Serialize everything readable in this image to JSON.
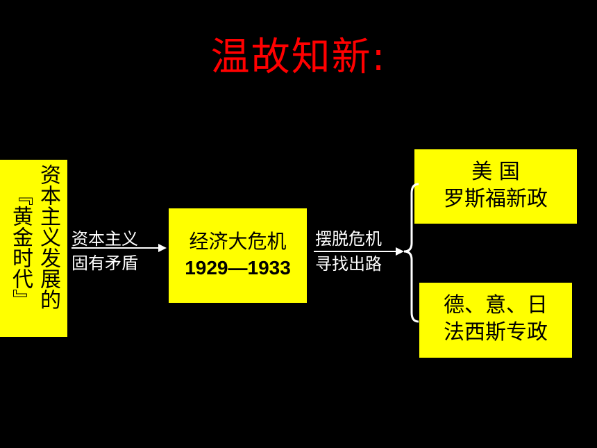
{
  "title": "温故知新:",
  "left_box": {
    "col1": "资本主义发展的",
    "col2": "『黄金时代』"
  },
  "arrow1": {
    "above": "资本主义",
    "below": "固有矛盾"
  },
  "center_box": {
    "line1": "经济大危机",
    "line2": "1929—1933"
  },
  "arrow2": {
    "above": "摆脱危机",
    "below": "寻找出路"
  },
  "right_top": {
    "line1": "美 国",
    "line2": "罗斯福新政"
  },
  "right_bottom": {
    "line1": "德、意、日",
    "line2": "法西斯专政"
  },
  "colors": {
    "background": "#000000",
    "title": "#ff0000",
    "box": "#ffff00",
    "text_light": "#ffffff"
  }
}
